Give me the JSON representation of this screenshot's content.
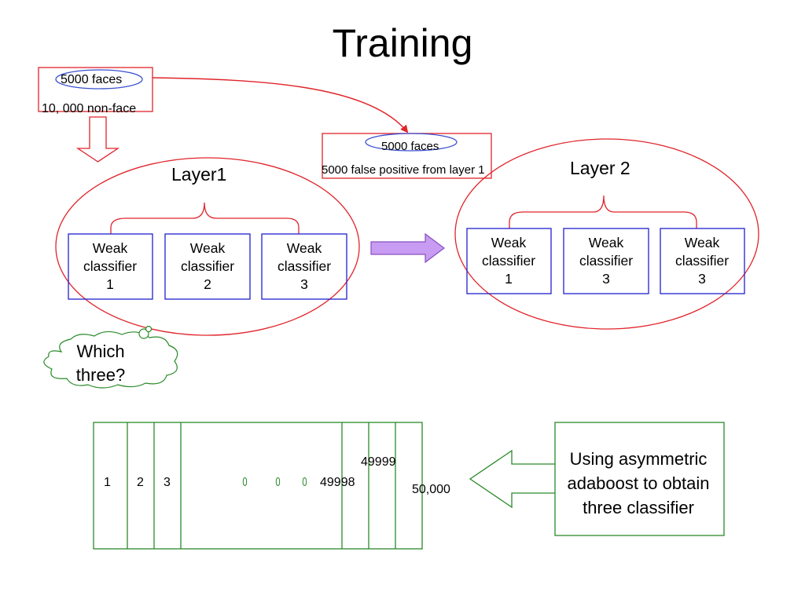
{
  "title": "Training",
  "colors": {
    "red": "#e0242b",
    "blue": "#2020d0",
    "green": "#2a8a2a",
    "purple_fill": "#c79cf2",
    "purple_stroke": "#8a4fbf"
  },
  "input_box": {
    "faces": "5000 faces",
    "non_faces": "10, 000 non-face"
  },
  "layer2_input_box": {
    "faces": "5000 faces",
    "false_positives": "5000 false positive from layer 1"
  },
  "layer1": {
    "label": "Layer1",
    "classifiers": [
      {
        "line1": "Weak",
        "line2": "classifier",
        "line3": "1"
      },
      {
        "line1": "Weak",
        "line2": "classifier",
        "line3": "2"
      },
      {
        "line1": "Weak",
        "line2": "classifier",
        "line3": "3"
      }
    ]
  },
  "layer2": {
    "label": "Layer 2",
    "classifiers": [
      {
        "line1": "Weak",
        "line2": "classifier",
        "line3": "1"
      },
      {
        "line1": "Weak",
        "line2": "classifier",
        "line3": "3"
      },
      {
        "line1": "Weak",
        "line2": "classifier",
        "line3": "3"
      }
    ]
  },
  "thought_bubble": {
    "line1": "Which",
    "line2": "three?"
  },
  "feature_strip": {
    "cells": [
      "1",
      "2",
      "3"
    ],
    "ellipsis": [
      "0",
      "0",
      "0"
    ],
    "tail_labels": [
      "49998",
      "49999",
      "50,000"
    ]
  },
  "adaboost_note": {
    "line1": "Using asymmetric",
    "line2": "adaboost to obtain",
    "line3": "three classifier"
  }
}
